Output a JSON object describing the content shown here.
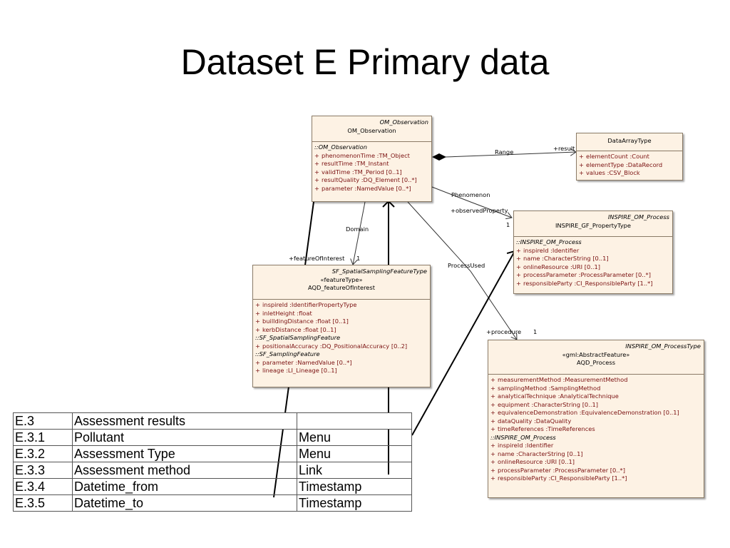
{
  "title": "Dataset E Primary data",
  "classes": {
    "om_observation": {
      "stereotype_type": "OM_Observation",
      "name": "OM_Observation",
      "group": "::OM_Observation",
      "attributes": [
        "phenomenonTime  :TM_Object",
        "resultTime  :TM_Instant",
        "validTime  :TM_Period [0..1]",
        "resultQuality  :DQ_Element [0..*]",
        "parameter  :NamedValue [0..*]"
      ]
    },
    "data_array_type": {
      "name": "DataArrayType",
      "attributes": [
        "elementCount  :Count",
        "elementType  :DataRecord",
        "values  :CSV_Block"
      ]
    },
    "property_type": {
      "stereotype_type": "INSPIRE_OM_Process",
      "name": "INSPIRE_GF_PropertyType",
      "group": "::INSPIRE_OM_Process",
      "attributes": [
        "inspireId  :Identifier",
        "name  :CharacterString [0..1]",
        "onlineResource  :URI [0..1]",
        "processParameter  :ProcessParameter [0..*]",
        "responsibleParty  :CI_ResponsibleParty [1..*]"
      ]
    },
    "feature_of_interest": {
      "stereotype_type": "SF_SpatialSamplingFeatureType",
      "stereotype": "«featureType»",
      "name": "AQD_featureOfInterest",
      "attributes": [
        "inspireId  :IdentifierPropertyType",
        "inletHeight  :float",
        "builldingDistance  :float [0..1]",
        "kerbDistance  :float [0..1]"
      ],
      "group2": "::SF_SpatialSamplingFeature",
      "attributes2": [
        "positionalAccuracy  :DQ_PositionalAccuracy [0..2]"
      ],
      "group3": "::SF_SamplingFeature",
      "attributes3": [
        "parameter  :NamedValue [0..*]",
        "lineage  :LI_Lineage [0..1]"
      ]
    },
    "aqd_process": {
      "stereotype_type": "INSPIRE_OM_ProcessType",
      "stereotype": "«gml:AbstractFeature»",
      "name": "AQD_Process",
      "attributes": [
        "measurementMethod  :MeasurementMethod",
        "samplingMethod  :SamplingMethod",
        "analyticalTechnique  :AnalyticalTechnique",
        "equipment  :CharacterString [0..1]",
        "equivalenceDemonstration  :EquivalenceDemonstration [0..1]",
        "dataQuality  :DataQuality",
        "timeReferences  :TimeReferences"
      ],
      "group": "::INSPIRE_OM_Process",
      "attributes2": [
        "inspireId  :Identifier",
        "name  :CharacterString [0..1]",
        "onlineResource  :URI [0..1]",
        "processParameter  :ProcessParameter [0..*]",
        "responsibleParty  :CI_ResponsibleParty [1..*]"
      ]
    }
  },
  "plus": "+",
  "connector_labels": {
    "range": "Range",
    "result_role": "+result",
    "phenomenon": "Phenomenon",
    "observed_property": "+observedProperty",
    "observed_mult": "1",
    "domain": "Domain",
    "feature_role": "+featureOfInterest",
    "feature_mult": "1",
    "process_used": "ProcessUsed",
    "procedure_role": "+procedure",
    "procedure_mult": "1"
  },
  "assessment_table": {
    "rows": [
      [
        "E.3",
        "Assessment results",
        ""
      ],
      [
        "E.3.1",
        "Pollutant",
        "Menu"
      ],
      [
        "E.3.2",
        "Assessment Type",
        "Menu"
      ],
      [
        "E.3.3",
        "Assessment method",
        "Link"
      ],
      [
        "E.3.4",
        "Datetime_from",
        "Timestamp"
      ],
      [
        "E.3.5",
        "Datetime_to",
        "Timestamp"
      ]
    ]
  }
}
